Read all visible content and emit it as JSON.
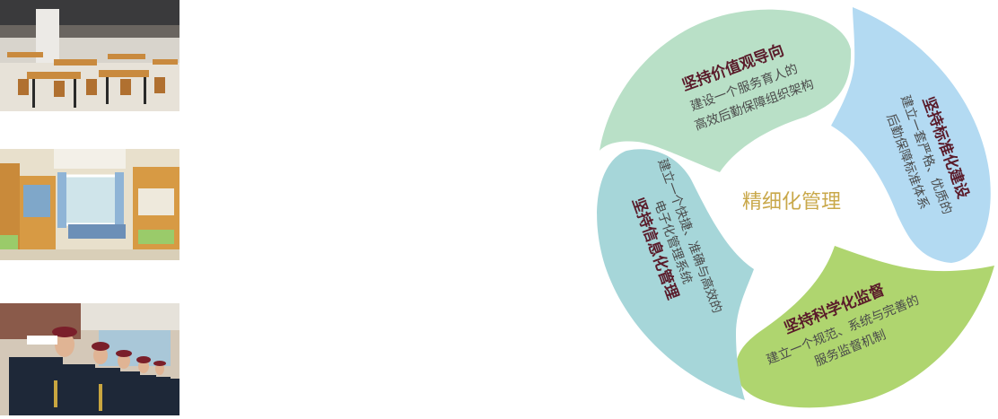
{
  "photos": [
    {
      "name": "canteen-photo"
    },
    {
      "name": "dormitory-photo"
    },
    {
      "name": "security-guards-photo"
    }
  ],
  "diagram": {
    "center": "精细化管理",
    "colors": {
      "value": "#b9e0c7",
      "standard": "#b3daf2",
      "science": "#afd56f",
      "info": "#a6d6d9",
      "title": "#5a1b2a",
      "center": "#c9a84a"
    },
    "petals": {
      "value": {
        "title": "坚持价值观导向",
        "desc1": "建设一个服务育人的",
        "desc2": "高效后勤保障组织架构"
      },
      "standard": {
        "title": "坚持标准化建设",
        "desc1": "建立一套严格、优质的",
        "desc2": "后勤保障标准体系"
      },
      "science": {
        "title": "坚持科学化监督",
        "desc1": "建立一个规范、系统与完善的",
        "desc2": "服务监督机制"
      },
      "info": {
        "title": "坚持信息化管理",
        "desc1": "建立一个快捷、准确与高效的",
        "desc2": "电子化管理系统"
      }
    }
  }
}
